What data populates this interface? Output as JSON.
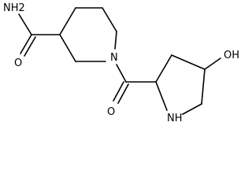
{
  "molecule": {
    "atoms": {
      "amide_nitrogen": "NH2",
      "amide_oxygen": "O",
      "piperidine_nitrogen": "N",
      "carbonyl_oxygen": "O",
      "pyrrolidine_nitrogen": "NH",
      "hydroxyl": "OH"
    },
    "colors": {
      "bond": "#000000",
      "label": "#000000",
      "background": "#ffffff"
    }
  }
}
